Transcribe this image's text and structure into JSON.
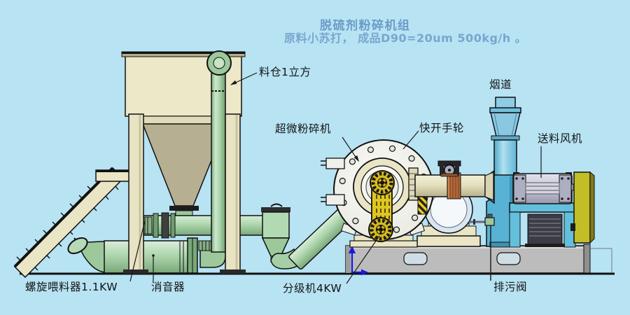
{
  "diagram": {
    "title_line1": "脱硫剂粉碎机组",
    "title_line2": "原料小苏打， 成品D90=20um  500kg/h 。",
    "labels": {
      "silo": "料仓1立方",
      "pulverizer": "超微粉碎机",
      "handwheel": "快开手轮",
      "flue": "烟道",
      "feed_fan": "送料风机",
      "screw_feeder": "螺旋喂料器1.1KW",
      "muffler": "消音器",
      "classifier": "分级机4KW",
      "drain_valve": "排污阀"
    },
    "colors": {
      "background": "#b7e3f3",
      "title_text": "#6d9bc7",
      "label_text": "#141414",
      "tan_structure": "#ebe7c7",
      "hopper_cone": "#b7af91",
      "green_pipe": "#a8d2a8",
      "fan_blue": "#57b2d4",
      "guard_yellow": "#e0c61d",
      "olive_guard": "#c3bd27",
      "base_gray": "#bcbcbc",
      "copper_band": "#b2693a",
      "ucs_blue": "#1818e0"
    }
  }
}
